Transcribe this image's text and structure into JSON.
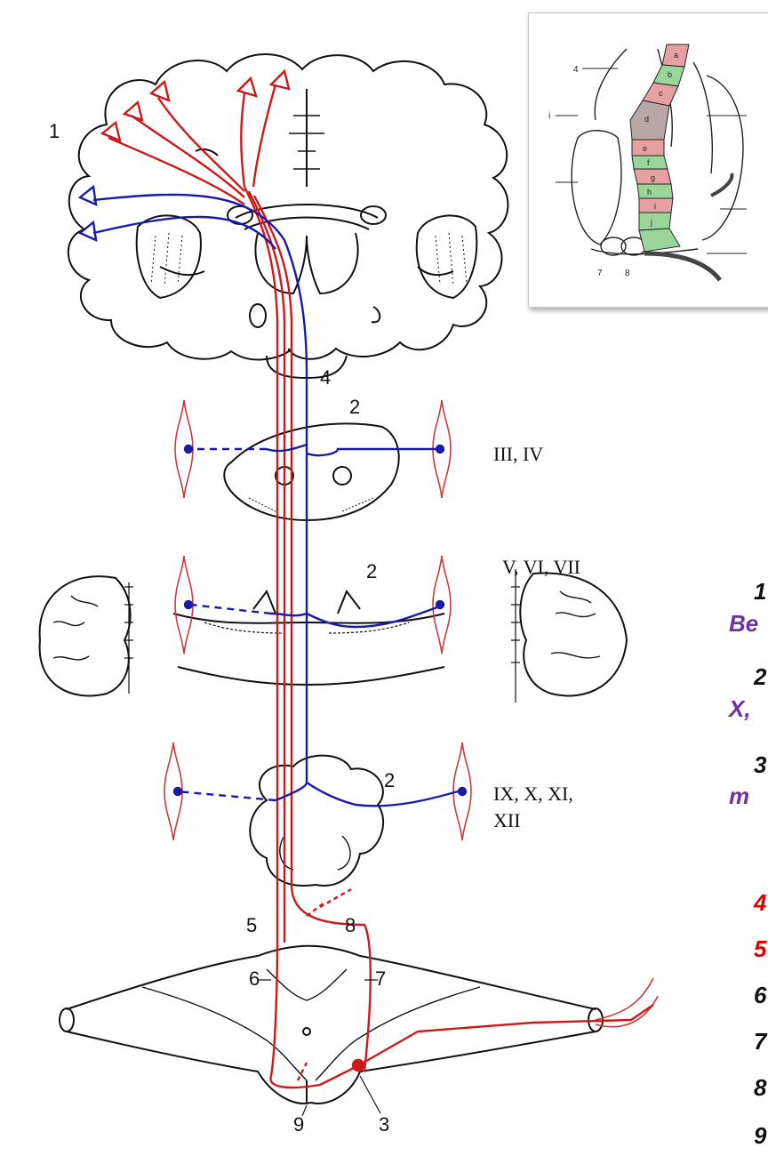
{
  "diagram": {
    "labels": {
      "n1": "1",
      "n2a": "2",
      "n2b": "2",
      "n2c": "2",
      "n3": "3",
      "n4": "4",
      "n5": "5",
      "n6": "6",
      "n7": "7",
      "n8": "8",
      "n9": "9"
    },
    "nerve_groups": {
      "mid": "III, IV",
      "pons": "V, VI, VII",
      "med1": "IX, X, XI,",
      "med2": "XII"
    },
    "colors": {
      "corticospinal": "#cc1a1a",
      "corticonuclear": "#1a1aaa",
      "legend_purple": "#7030a0",
      "legend_red": "#e00000",
      "legend_black": "#111111"
    }
  },
  "inset": {
    "segments": [
      "a",
      "b",
      "c",
      "d",
      "e",
      "f",
      "g",
      "h",
      "i",
      "j"
    ],
    "numbers": {
      "four": "4",
      "i": "i",
      "seven": "7",
      "eight": "8"
    }
  },
  "legend": [
    {
      "text": "1",
      "color": "#111111"
    },
    {
      "text": "Be",
      "color": "#7030a0"
    },
    {
      "text": "2",
      "color": "#111111"
    },
    {
      "text": "X,",
      "color": "#7030a0"
    },
    {
      "text": "3",
      "color": "#111111"
    },
    {
      "text": "m",
      "color": "#7030a0"
    },
    {
      "text": "4",
      "color": "#e00000"
    },
    {
      "text": "5",
      "color": "#e00000"
    },
    {
      "text": "6",
      "color": "#111111"
    },
    {
      "text": "7",
      "color": "#111111"
    },
    {
      "text": "8",
      "color": "#111111"
    },
    {
      "text": "9",
      "color": "#111111"
    }
  ]
}
